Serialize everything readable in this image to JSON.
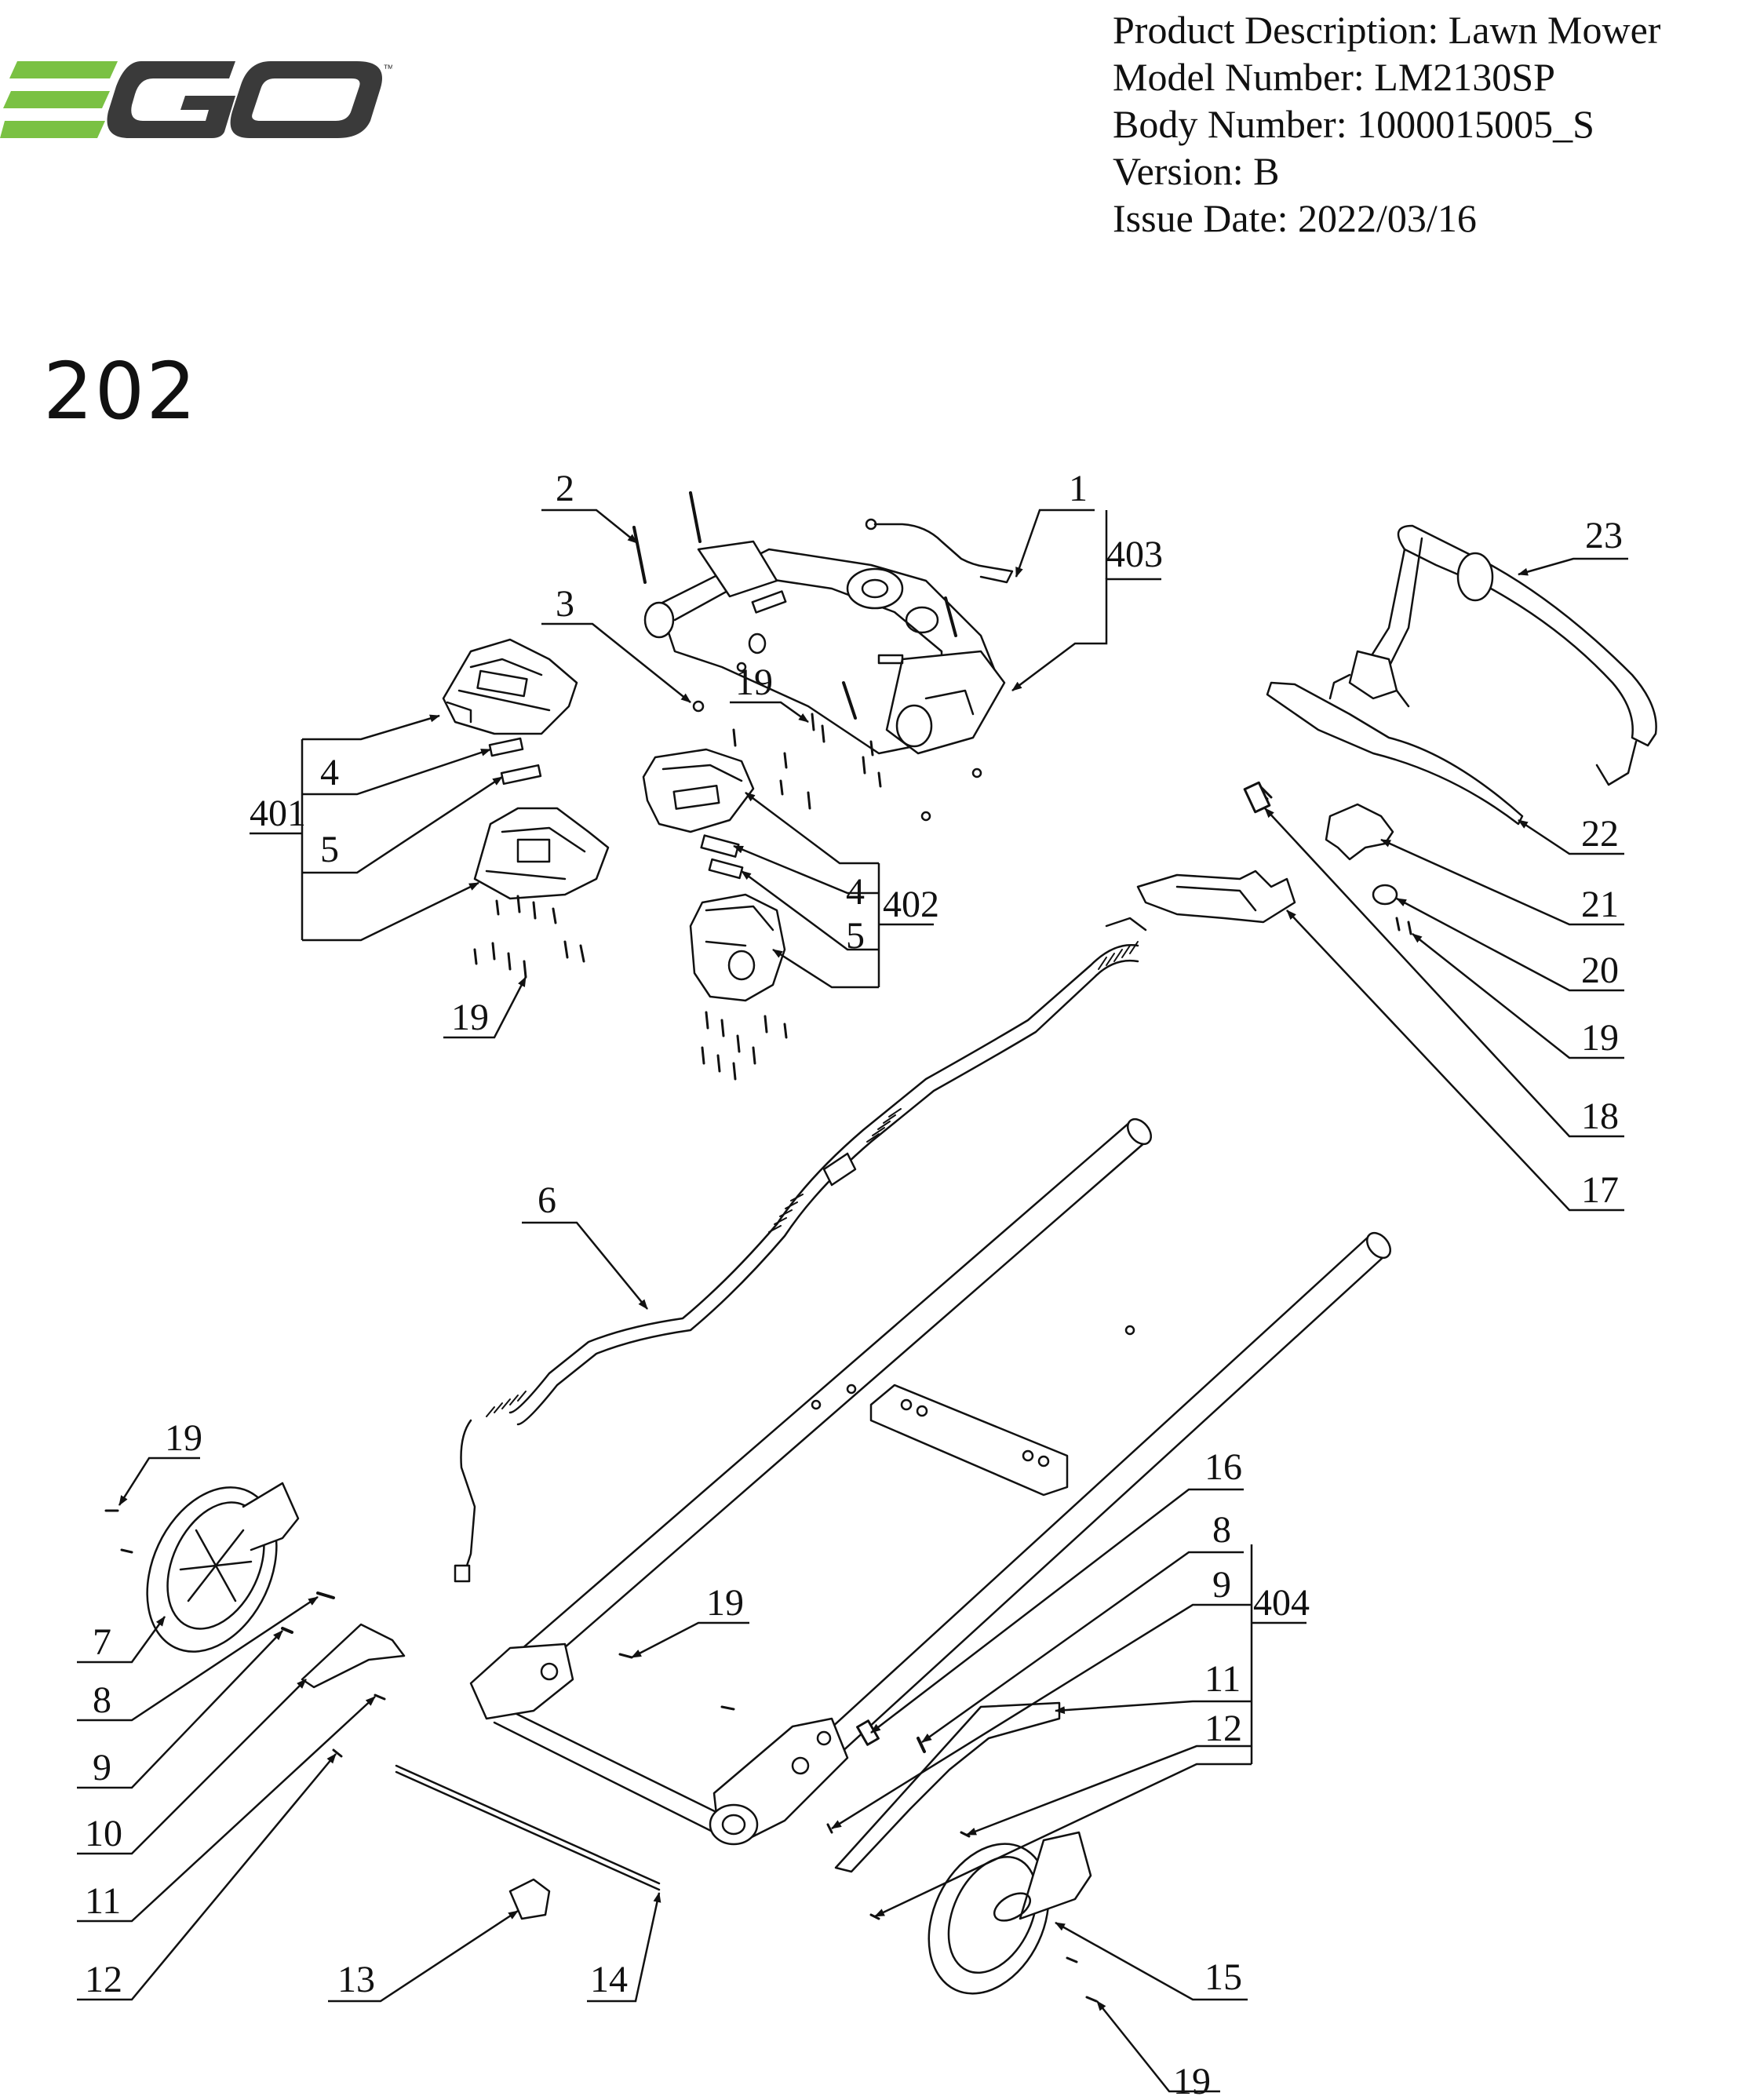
{
  "brand": {
    "logo_text": "EGO",
    "trademark": "™",
    "green": "#7AC143",
    "dark": "#3a3a3a"
  },
  "header": {
    "product_description": "Product Description: Lawn Mower",
    "model_number": "Model Number: LM2130SP",
    "body_number": "Body Number: 1000015005_S",
    "version": "Version: B",
    "issue_date": "Issue Date: 2022/03/16"
  },
  "sheet_number": "202",
  "callouts": [
    {
      "id": "c-2",
      "text": "2"
    },
    {
      "id": "c-1",
      "text": "1"
    },
    {
      "id": "c-403",
      "text": "403"
    },
    {
      "id": "c-23",
      "text": "23"
    },
    {
      "id": "c-3",
      "text": "3"
    },
    {
      "id": "c-19a",
      "text": "19"
    },
    {
      "id": "c-4a",
      "text": "4"
    },
    {
      "id": "c-401",
      "text": "401"
    },
    {
      "id": "c-5a",
      "text": "5"
    },
    {
      "id": "c-4b",
      "text": "4"
    },
    {
      "id": "c-402",
      "text": "402"
    },
    {
      "id": "c-5b",
      "text": "5"
    },
    {
      "id": "c-19b",
      "text": "19"
    },
    {
      "id": "c-22",
      "text": "22"
    },
    {
      "id": "c-21",
      "text": "21"
    },
    {
      "id": "c-20",
      "text": "20"
    },
    {
      "id": "c-19c",
      "text": "19"
    },
    {
      "id": "c-18",
      "text": "18"
    },
    {
      "id": "c-17",
      "text": "17"
    },
    {
      "id": "c-6",
      "text": "6"
    },
    {
      "id": "c-19d",
      "text": "19"
    },
    {
      "id": "c-7",
      "text": "7"
    },
    {
      "id": "c-8a",
      "text": "8"
    },
    {
      "id": "c-9a",
      "text": "9"
    },
    {
      "id": "c-10",
      "text": "10"
    },
    {
      "id": "c-11a",
      "text": "11"
    },
    {
      "id": "c-12a",
      "text": "12"
    },
    {
      "id": "c-13",
      "text": "13"
    },
    {
      "id": "c-14",
      "text": "14"
    },
    {
      "id": "c-19e",
      "text": "19"
    },
    {
      "id": "c-16",
      "text": "16"
    },
    {
      "id": "c-8b",
      "text": "8"
    },
    {
      "id": "c-9b",
      "text": "9"
    },
    {
      "id": "c-404",
      "text": "404"
    },
    {
      "id": "c-11b",
      "text": "11"
    },
    {
      "id": "c-12b",
      "text": "12"
    },
    {
      "id": "c-15",
      "text": "15"
    },
    {
      "id": "c-19f",
      "text": "19"
    }
  ]
}
